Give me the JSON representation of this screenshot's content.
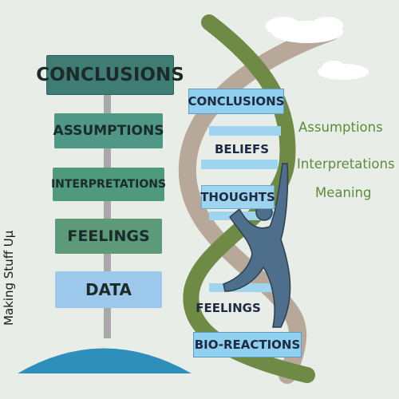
{
  "side_caption": "Making Stuff Uμ",
  "ladder_left": {
    "rungs": [
      "CONCLUSIONS",
      "ASSUMPTIONS",
      "INTERPRETATIONS",
      "FEELINGS",
      "DATA"
    ]
  },
  "helix_right": {
    "labels": [
      "CONCLUSIONS",
      "BELIEFS",
      "THOUGHTS",
      "FEELINGS",
      "BIO-REACTIONS"
    ]
  },
  "floating_words": [
    "Assumptions",
    "Interpretations",
    "Meaning"
  ],
  "colors": {
    "background": "#e8ede8",
    "dark_teal": "#3f7d74",
    "mid_teal": "#4e9885",
    "green": "#5d9a7a",
    "light_blue": "#9cc8ec",
    "ground": "#2f8fbb",
    "helix_olive": "#6f8a45",
    "helix_tan": "#b7a89a",
    "rung_blue": "#9fd4ef",
    "figure": "#4e6f8c",
    "text_green": "#5e8b3c"
  }
}
